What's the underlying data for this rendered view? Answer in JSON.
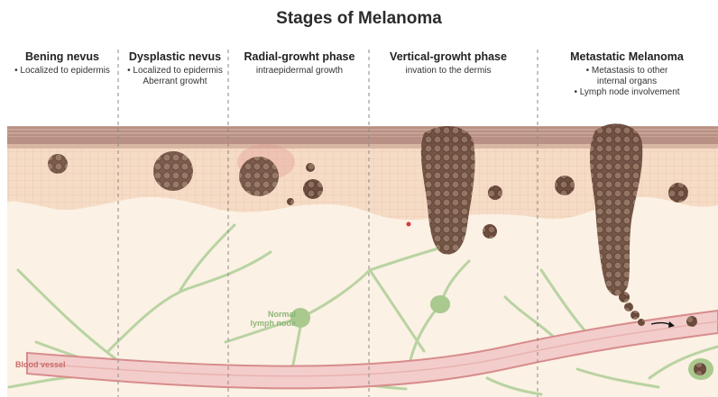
{
  "title": "Stages of Melanoma",
  "stages": [
    {
      "name": "Bening nevus",
      "lines": [
        "• Localized to epidermis"
      ]
    },
    {
      "name": "Dysplastic nevus",
      "lines": [
        "• Localized to epidermis",
        "Aberrant growht"
      ]
    },
    {
      "name": "Radial-growht phase",
      "lines": [
        "intraepidermal growth"
      ]
    },
    {
      "name": "Vertical-growht phase",
      "lines": [
        "invation to the dermis"
      ]
    },
    {
      "name": "Metastatic Melanoma",
      "lines": [
        "• Metastasis to other",
        "internal organs",
        "• Lymph node involvement"
      ]
    }
  ],
  "labels": {
    "lymph_node": "Normal lymph node",
    "blood_vessel": "Blood vessel"
  },
  "colors": {
    "tumor": "#7a5a4a",
    "skin_surface": "#b08878",
    "epidermis": "#f6dcc6",
    "dermis": "#fbf0e3",
    "lymph": "#b9d3a2",
    "vessel": "#f2c8c6"
  }
}
